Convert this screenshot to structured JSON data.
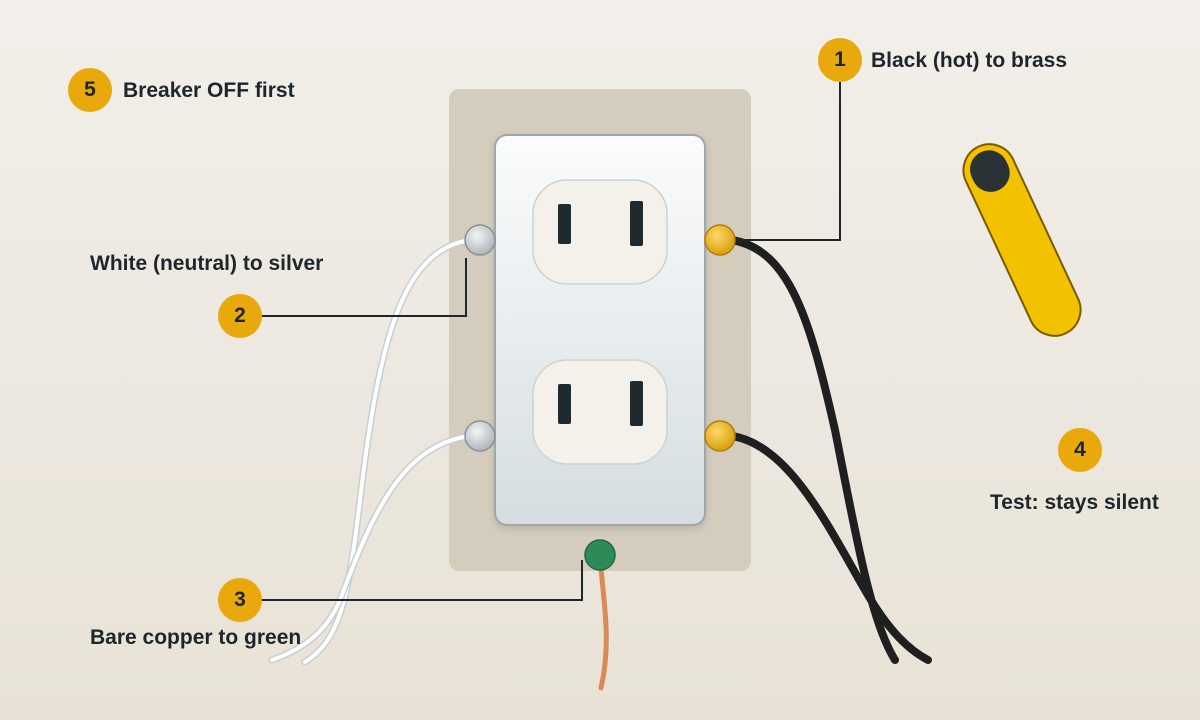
{
  "colors": {
    "badge": "#e9a90c",
    "text": "#1e262c",
    "hot_wire": "#1f1f1f",
    "neutral_wire": "#ffffff",
    "copper_wire": "#d98a57",
    "brass_screw": "#e6b21f",
    "silver_screw": "#c9ced2",
    "green_screw": "#2e8b57",
    "tester": "#f2c200",
    "wall_plate": "#d4ccbd"
  },
  "steps": [
    {
      "number": "1",
      "label": "Black (hot) to brass"
    },
    {
      "number": "2",
      "label": "White (neutral) to silver"
    },
    {
      "number": "3",
      "label": "Bare copper to green"
    },
    {
      "number": "4",
      "label": "Test: stays silent"
    },
    {
      "number": "5",
      "label": "Breaker OFF first"
    }
  ],
  "icons": {
    "receptacle": "duplex-outlet-icon",
    "tester": "voltage-tester-icon"
  }
}
